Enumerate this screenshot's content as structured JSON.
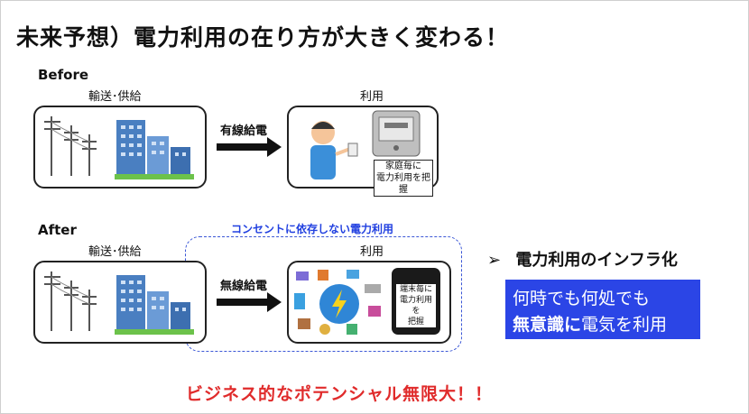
{
  "title": "未来予想）電力利用の在り方が大きく変わる！",
  "before": {
    "heading": "Before",
    "supply_caption": "輸送･供給",
    "usage_caption": "利用",
    "arrow_label": "有線給電",
    "meter_note_line1": "家庭毎に",
    "meter_note_line2": "電力利用を把握"
  },
  "after": {
    "heading": "After",
    "supply_caption": "輸送･供給",
    "usage_caption": "利用",
    "arrow_label": "無線給電",
    "dashed_label": "コンセントに依存しない電力利用",
    "phone_line1": "端末毎に",
    "phone_line2": "電力利用を",
    "phone_line3": "把握"
  },
  "infra": {
    "bullet": "➢",
    "heading": "電力利用のインフラ化",
    "line1": "何時でも何処でも",
    "line2_bold": "無意識に",
    "line2_rest": "電気を利用"
  },
  "footer": "ビジネス的なポテンシャル無限大！！",
  "colors": {
    "accent_blue": "#2b45e6",
    "dashed_blue": "#3b57d6",
    "red": "#e02b2b",
    "building": "#4a7fc1"
  }
}
